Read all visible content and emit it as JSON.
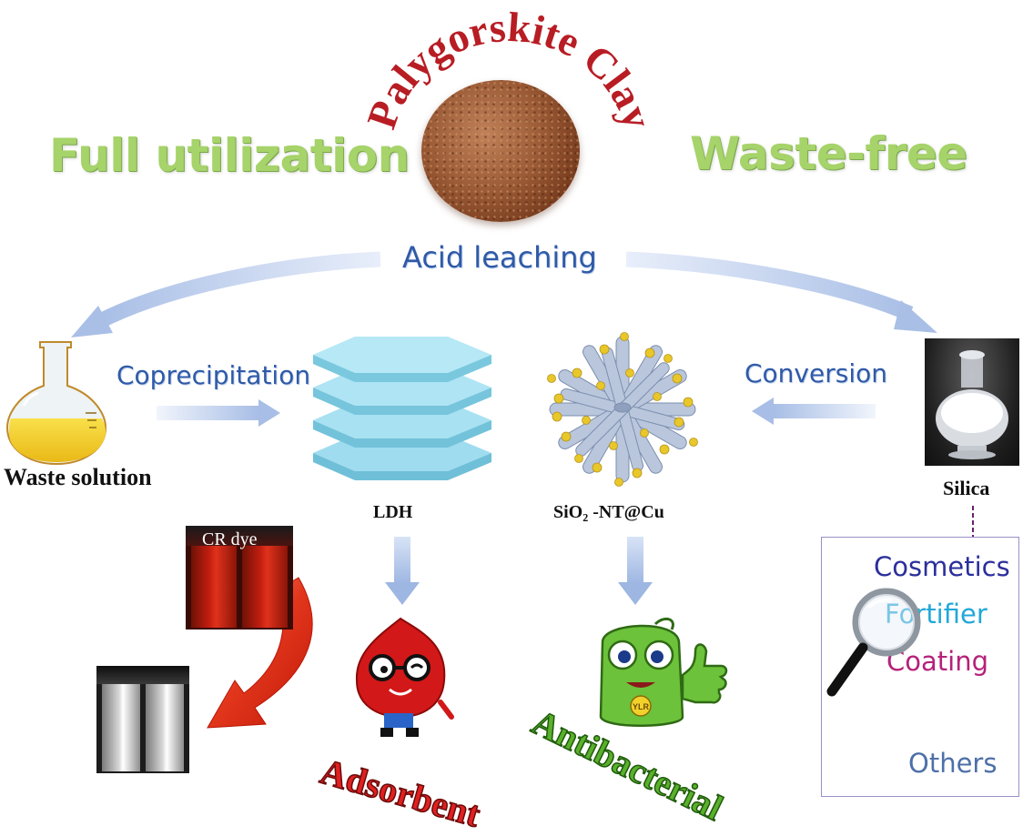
{
  "header": {
    "title": "Palygorskite Clay",
    "left_slogan": "Full utilization",
    "right_slogan": "Waste-free"
  },
  "process": {
    "acid_leaching": "Acid leaching",
    "coprecipitation": "Coprecipitation",
    "conversion": "Conversion"
  },
  "products": {
    "waste_solution": "Waste solution",
    "ldh": "LDH",
    "sio2_nt_cu": "SiO₂ -NT@Cu",
    "silica": "Silica"
  },
  "applications": {
    "cr_dye": "CR dye",
    "adsorbent": "Adsorbent",
    "antibacterial": "Antibacterial",
    "mascot_badge": "YLR"
  },
  "silica_uses": {
    "items": [
      {
        "label": "Cosmetics",
        "color": "#2b2f9c"
      },
      {
        "label": "Fortifier",
        "color": "#22a7d8"
      },
      {
        "label": "Coating",
        "color": "#b5217a"
      },
      {
        "label": "Others",
        "color": "#4e70a8"
      }
    ],
    "ellipsis": "•\n•\n•"
  },
  "colors": {
    "slogan_green": "#a6d36a",
    "arrow_blue": "#b8caea",
    "label_blue": "#2f5aa8",
    "title_red": "#b81d24",
    "clay_brown": "#8c4e2c",
    "hexagon_cyan": "#a9e3f3",
    "dye_red": "#b41d12",
    "adsorbent_red": "#c81414",
    "antibacterial_green": "#58a82b"
  }
}
